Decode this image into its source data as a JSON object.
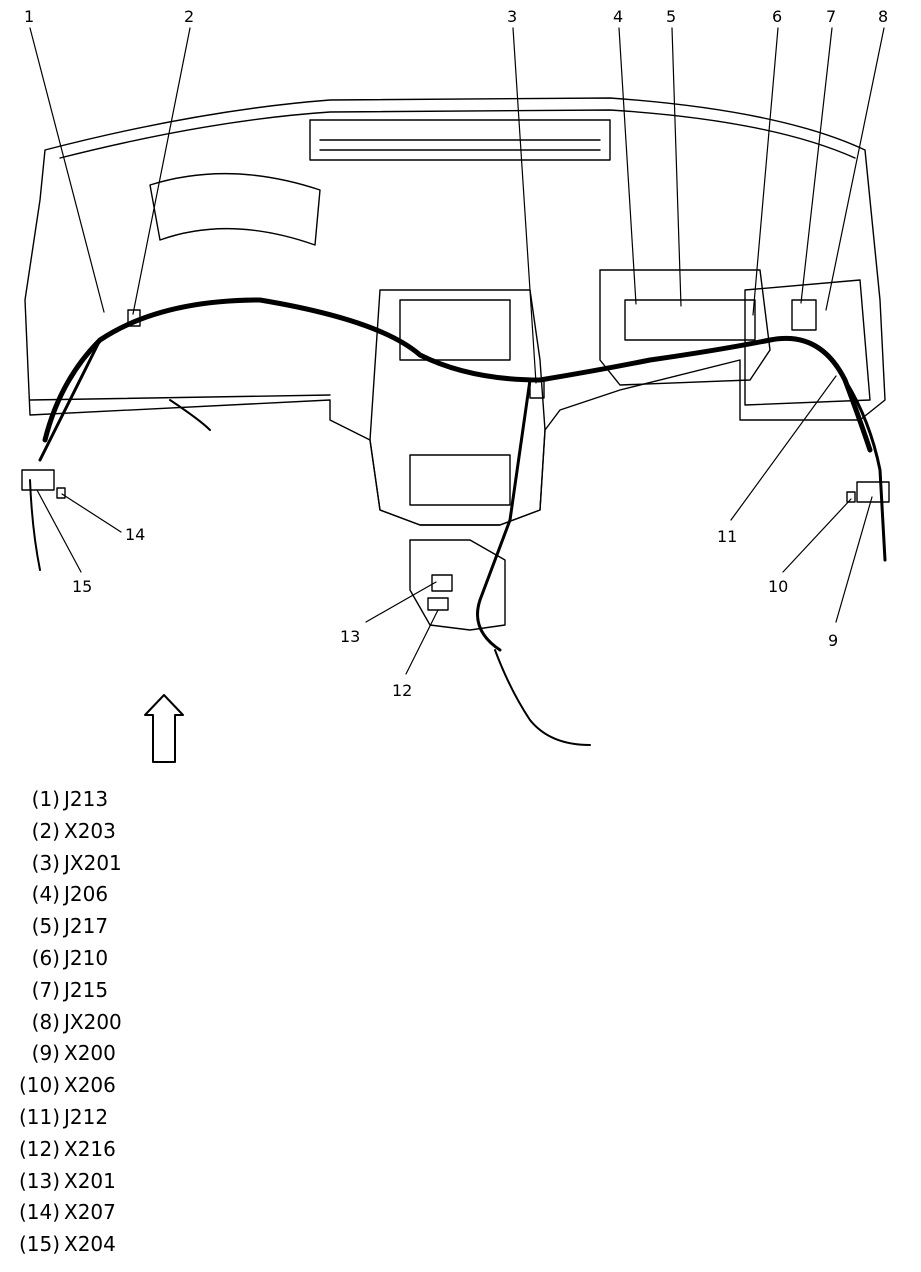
{
  "callouts": [
    {
      "num": "1"
    },
    {
      "num": "2"
    },
    {
      "num": "3"
    },
    {
      "num": "4"
    },
    {
      "num": "5"
    },
    {
      "num": "6"
    },
    {
      "num": "7"
    },
    {
      "num": "8"
    },
    {
      "num": "9"
    },
    {
      "num": "10"
    },
    {
      "num": "11"
    },
    {
      "num": "12"
    },
    {
      "num": "13"
    },
    {
      "num": "14"
    },
    {
      "num": "15"
    }
  ],
  "legend": [
    {
      "num": "(1)",
      "code": "J213"
    },
    {
      "num": "(2)",
      "code": "X203"
    },
    {
      "num": "(3)",
      "code": "JX201"
    },
    {
      "num": "(4)",
      "code": "J206"
    },
    {
      "num": "(5)",
      "code": "J217"
    },
    {
      "num": "(6)",
      "code": "J210"
    },
    {
      "num": "(7)",
      "code": "J215"
    },
    {
      "num": "(8)",
      "code": "JX200"
    },
    {
      "num": "(9)",
      "code": "X200"
    },
    {
      "num": "(10)",
      "code": "X206"
    },
    {
      "num": "(11)",
      "code": "J212"
    },
    {
      "num": "(12)",
      "code": "X216"
    },
    {
      "num": "(13)",
      "code": "X201"
    },
    {
      "num": "(14)",
      "code": "X207"
    },
    {
      "num": "(15)",
      "code": "X204"
    }
  ]
}
